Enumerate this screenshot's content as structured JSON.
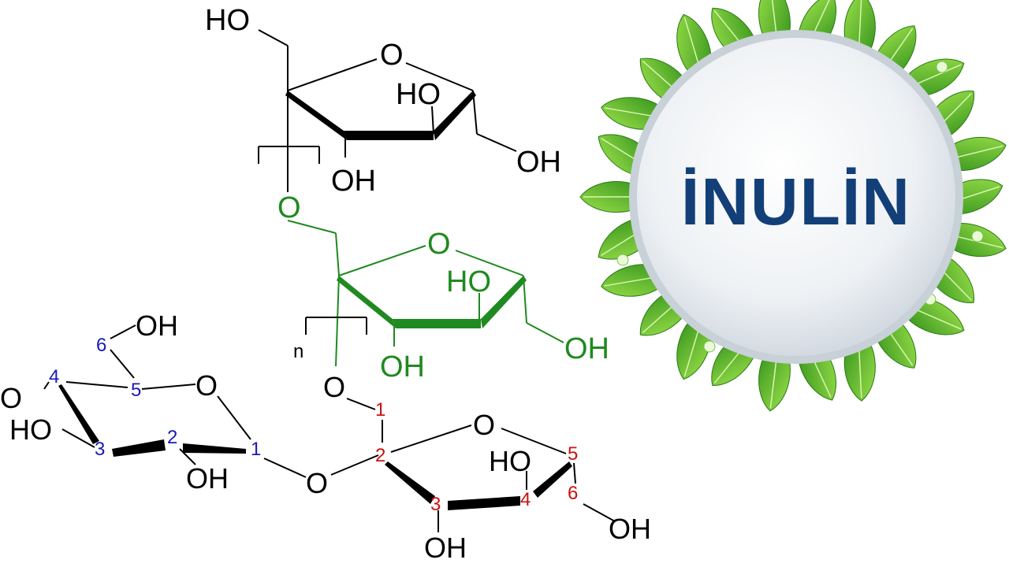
{
  "colors": {
    "black": "#000000",
    "green": "#1f8a1f",
    "blue": "#1a1ab8",
    "red": "#cc1111",
    "title": "#123f78"
  },
  "title": "İNULİN",
  "structure": {
    "top_unit": {
      "ho_top": "HO",
      "ring_o": "O",
      "ho_inner": "HO",
      "oh_right": "OH",
      "oh_bottom": "OH"
    },
    "repeat_unit": {
      "link_o": "O",
      "ring_o": "O",
      "ho_inner": "HO",
      "oh_right": "OH",
      "oh_bottom": "OH",
      "n": "n"
    },
    "glucose": {
      "oh_top": "OH",
      "o_left": "O",
      "ring_o": "O",
      "ho_left": "HO",
      "oh_bottom": "OH",
      "bridge_o": "O",
      "numbers": [
        "1",
        "2",
        "3",
        "4",
        "5",
        "6"
      ]
    },
    "fructose": {
      "link_o": "O",
      "ring_o": "O",
      "ho_inner": "HO",
      "oh_right": "OH",
      "oh_bottom": "OH",
      "numbers": [
        "1",
        "2",
        "3",
        "4",
        "5",
        "6"
      ]
    }
  },
  "icons": [
    "leaf-icon",
    "water-drop-icon"
  ]
}
